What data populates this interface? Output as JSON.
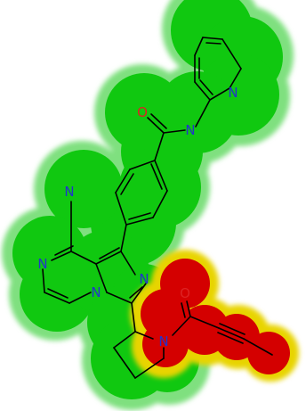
{
  "colors": {
    "background": "#ffffff",
    "favorable": "#10c810",
    "favorable_glow": "#7fe07f",
    "unfavorable": "#d40000",
    "unfavorable_glow": "#e8d400",
    "bond": "#000000",
    "nitrogen": "#2233cc",
    "oxygen": "#dd2222"
  },
  "atoms": {
    "n_pyridine": "N",
    "o_amide": "O",
    "n_amide": "N",
    "n_amino": "N",
    "n_pyrazine_left": "N",
    "n_imidazole": "N",
    "n_bridgehead": "N",
    "o_acyl": "O",
    "n_pyrrolidine": "N"
  }
}
